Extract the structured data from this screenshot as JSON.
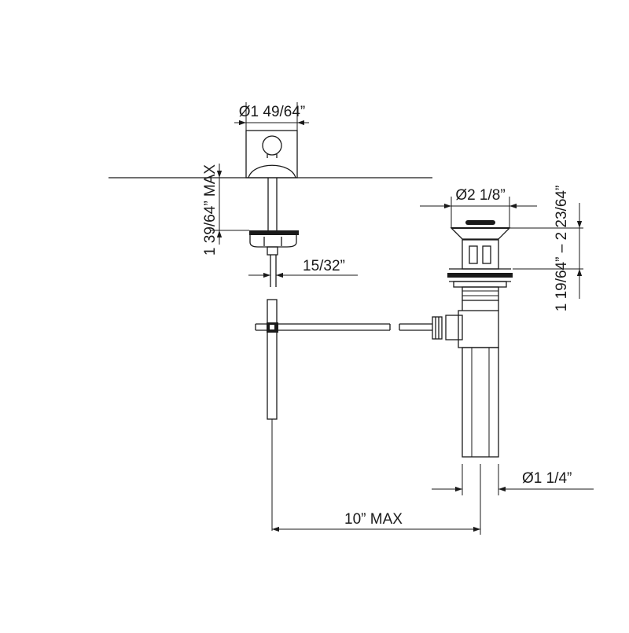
{
  "dimensions": {
    "knob_diameter": "Ø1 49/64”",
    "deck_thickness_max": "1 39/64” MAX",
    "rod_diameter": "15/32”",
    "drain_flange_diameter": "Ø2 1/8”",
    "drain_body_range": "1 19/64” – 2 23/64”",
    "tailpiece_diameter": "Ø1 1/4”",
    "centre_distance": "10” MAX"
  }
}
